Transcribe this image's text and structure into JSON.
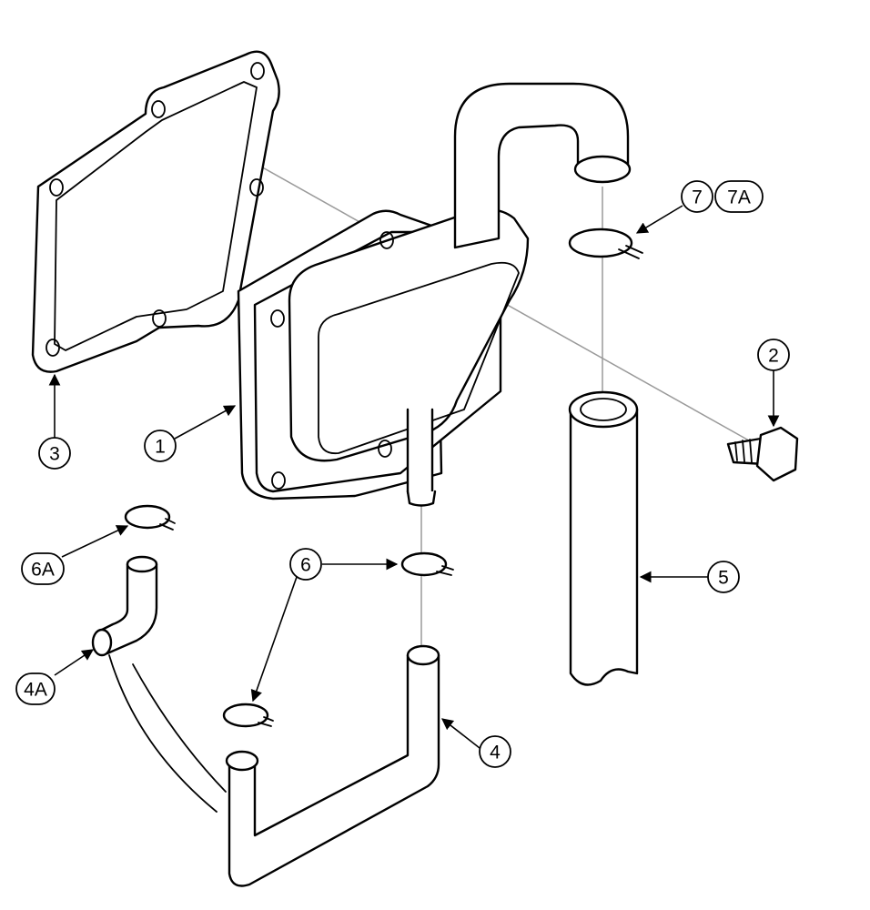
{
  "diagram": {
    "callouts": {
      "c1": "1",
      "c2": "2",
      "c3": "3",
      "c4": "4",
      "c4a": "4A",
      "c5": "5",
      "c6_upper": "6",
      "c6a": "6A",
      "c7": "7",
      "c7a": "7A"
    }
  },
  "colors": {
    "line": "#000000",
    "alignment": "#9a9a9a",
    "background": "#ffffff"
  }
}
